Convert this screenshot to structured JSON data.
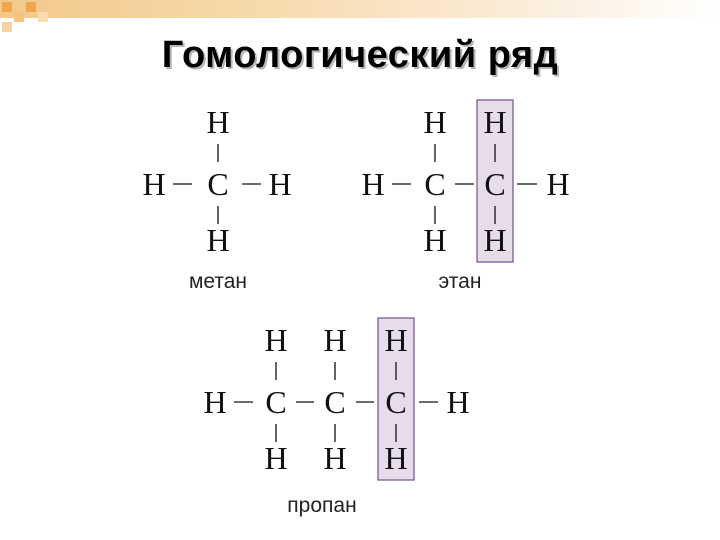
{
  "slide": {
    "title": "Гомологический ряд",
    "accent_color": "#f0a64a",
    "highlight_color": "#e6dcea",
    "highlight_border": "#7b5b96"
  },
  "molecules": {
    "methane": {
      "name": "метан",
      "atoms": [
        "H",
        "H",
        "C",
        "H",
        "H"
      ]
    },
    "ethane": {
      "name": "этан",
      "atoms": [
        "H",
        "H",
        "H",
        "C",
        "C",
        "H",
        "H",
        "H"
      ]
    },
    "propane": {
      "name": "пропан",
      "atoms": [
        "H",
        "H",
        "H",
        "H",
        "C",
        "C",
        "C",
        "H",
        "H",
        "H",
        "H"
      ]
    }
  }
}
